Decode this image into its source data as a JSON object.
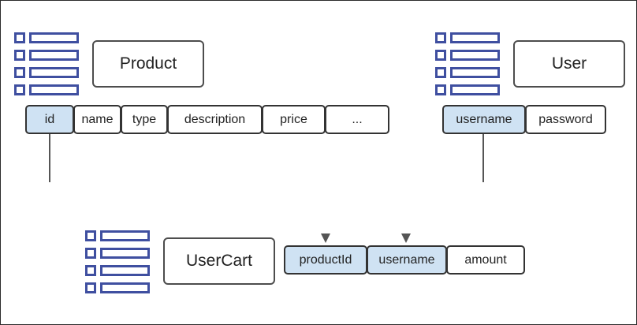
{
  "colors": {
    "icon": "#3f4fa0",
    "key_fill": "#cfe2f3",
    "border": "#333333",
    "arrow": "#555555"
  },
  "icons": {
    "table": "table-icon"
  },
  "entities": {
    "product": {
      "name": "Product",
      "fields": [
        "id",
        "name",
        "type",
        "description",
        "price",
        "..."
      ],
      "key_fields": [
        "id"
      ]
    },
    "user": {
      "name": "User",
      "fields": [
        "username",
        "password"
      ],
      "key_fields": [
        "username"
      ]
    },
    "usercart": {
      "name": "UserCart",
      "fields": [
        "productId",
        "username",
        "amount"
      ],
      "key_fields": [
        "productId",
        "username"
      ]
    }
  },
  "relationships": [
    {
      "from": "Product.id",
      "to": "UserCart.productId"
    },
    {
      "from": "User.username",
      "to": "UserCart.username"
    }
  ]
}
